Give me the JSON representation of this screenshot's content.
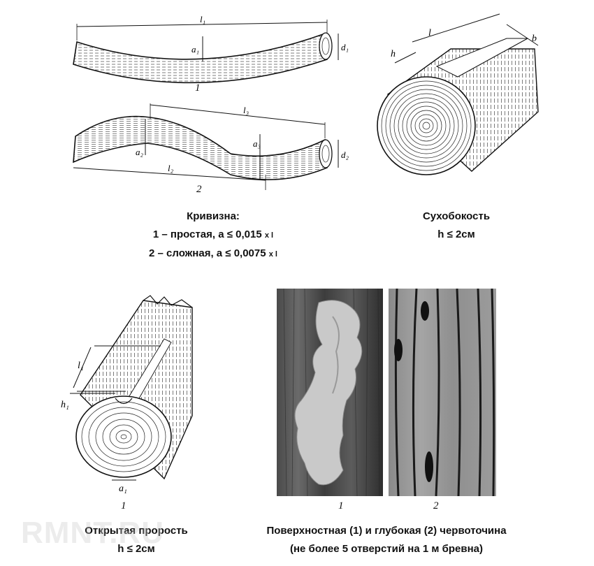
{
  "curvature": {
    "labels": {
      "l1": "l₁",
      "a1": "a₁",
      "d1": "d₁",
      "l3": "l₃",
      "a2": "a₂",
      "a3": "a₃",
      "d2": "d₂",
      "l2": "l₂"
    },
    "fig_num_1": "1",
    "fig_num_2": "2",
    "caption": {
      "title": "Кривизна:",
      "line1": "1 – простая, a ≤ 0,015",
      "line1_suffix": "x l",
      "line2": "2 – сложная, a ≤ 0,0075",
      "line2_suffix": "x l"
    }
  },
  "dry_side": {
    "labels": {
      "l": "l",
      "b": "b",
      "h": "h"
    },
    "caption": {
      "title": "Сухобокость",
      "line1": "h ≤ 2см"
    }
  },
  "open_overgrowth": {
    "labels": {
      "l1": "l₁",
      "h1": "h₁",
      "a1": "a₁"
    },
    "fig_num": "1",
    "caption": {
      "title": "Открытая прорость",
      "line1": "h ≤ 2см"
    }
  },
  "wormhole": {
    "fig_num_1": "1",
    "fig_num_2": "2",
    "caption": {
      "title": "Поверхностная  (1) и глубокая (2) червоточина",
      "line1": "(не более 5 отверстий на 1 м бревна)"
    }
  },
  "watermark": "RMNT.RU"
}
